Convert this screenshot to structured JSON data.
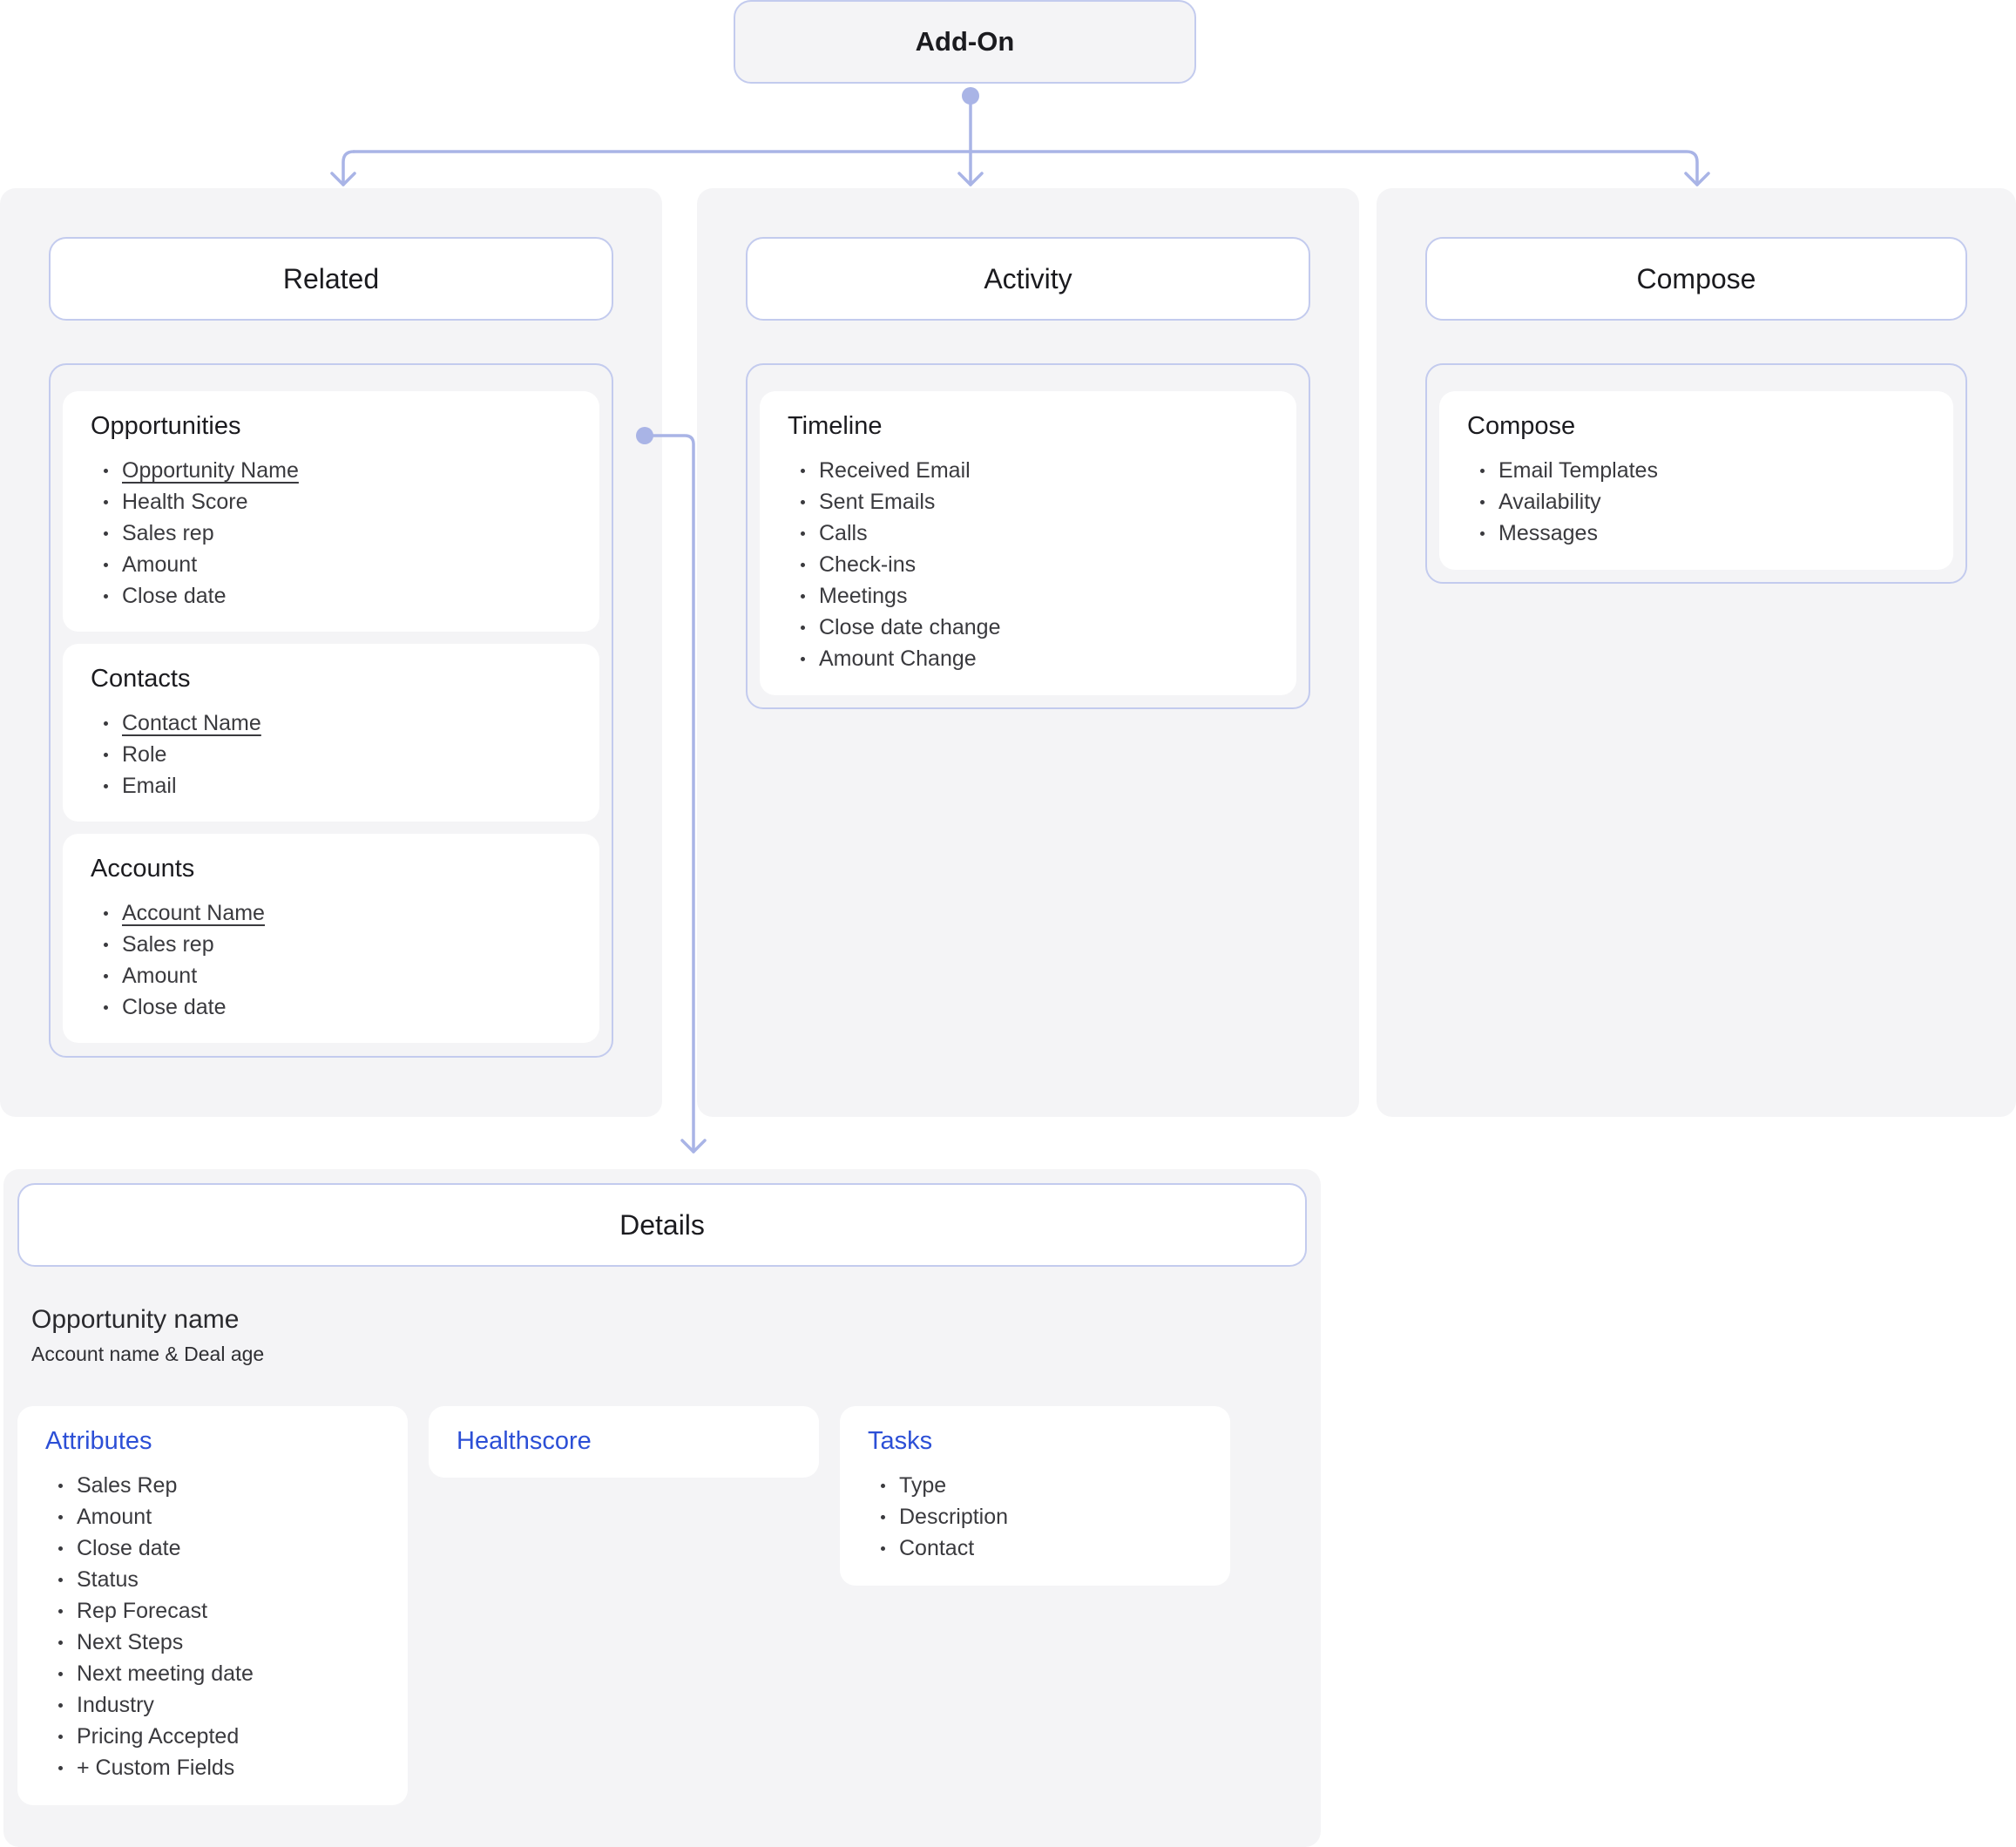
{
  "root": {
    "label": "Add-On"
  },
  "columns": {
    "related": {
      "header": "Related",
      "cards": [
        {
          "title": "Opportunities",
          "items": [
            {
              "text": "Opportunity Name",
              "link": true
            },
            {
              "text": "Health Score"
            },
            {
              "text": "Sales rep"
            },
            {
              "text": "Amount"
            },
            {
              "text": "Close date"
            }
          ]
        },
        {
          "title": "Contacts",
          "items": [
            {
              "text": "Contact Name",
              "link": true
            },
            {
              "text": "Role"
            },
            {
              "text": "Email"
            }
          ]
        },
        {
          "title": "Accounts",
          "items": [
            {
              "text": "Account Name",
              "link": true
            },
            {
              "text": "Sales rep"
            },
            {
              "text": "Amount"
            },
            {
              "text": "Close date"
            }
          ]
        }
      ]
    },
    "activity": {
      "header": "Activity",
      "cards": [
        {
          "title": "Timeline",
          "items": [
            {
              "text": "Received Email"
            },
            {
              "text": "Sent Emails"
            },
            {
              "text": "Calls"
            },
            {
              "text": "Check-ins"
            },
            {
              "text": "Meetings"
            },
            {
              "text": "Close date change"
            },
            {
              "text": "Amount Change"
            }
          ]
        }
      ]
    },
    "compose": {
      "header": "Compose",
      "cards": [
        {
          "title": "Compose",
          "items": [
            {
              "text": "Email Templates"
            },
            {
              "text": "Availability"
            },
            {
              "text": "Messages"
            }
          ]
        }
      ]
    }
  },
  "details": {
    "header": "Details",
    "title": "Opportunity name",
    "subtitle": "Account name & Deal age",
    "cards": [
      {
        "title": "Attributes",
        "items": [
          {
            "text": "Sales Rep"
          },
          {
            "text": "Amount"
          },
          {
            "text": "Close date"
          },
          {
            "text": "Status"
          },
          {
            "text": "Rep Forecast"
          },
          {
            "text": "Next Steps"
          },
          {
            "text": "Next meeting date"
          },
          {
            "text": "Industry"
          },
          {
            "text": "Pricing Accepted"
          },
          {
            "text": "+ Custom Fields"
          }
        ]
      },
      {
        "title": "Healthscore",
        "items": []
      },
      {
        "title": "Tasks",
        "items": [
          {
            "text": "Type"
          },
          {
            "text": "Description"
          },
          {
            "text": "Contact"
          }
        ]
      }
    ]
  },
  "colors": {
    "connector": "#a9b4e6",
    "panel": "#f4f4f6",
    "border": "#c3cbee",
    "accent_title": "#2c4fd6"
  }
}
